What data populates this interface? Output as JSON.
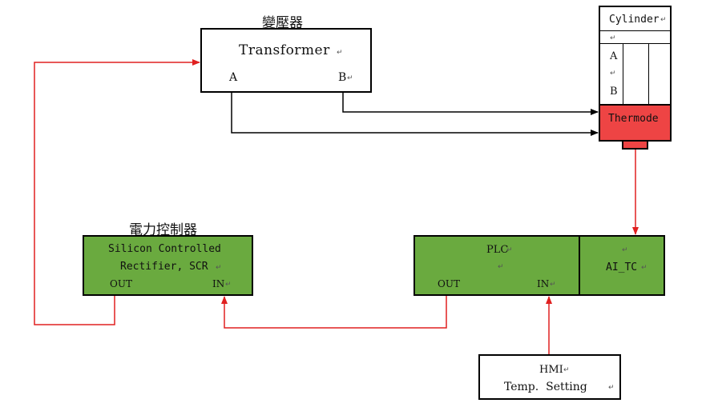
{
  "transformer": {
    "title_cjk": "變壓器",
    "label": "Transformer",
    "port_a": "A",
    "port_b": "B"
  },
  "cylinder": {
    "label": "Cylinder",
    "port_a": "A",
    "port_b": "B",
    "thermode": "Thermode"
  },
  "scr": {
    "title_cjk": "電力控制器",
    "line1": "Silicon Controlled",
    "line2": "Rectifier, SCR",
    "out": "OUT",
    "in": "IN"
  },
  "plc": {
    "label": "PLC",
    "out": "OUT",
    "in": "IN",
    "ai_tc": "AI_TC"
  },
  "hmi": {
    "label": "HMI",
    "setting": "Temp.  Setting"
  },
  "colors": {
    "green_box": "#6aaa3f",
    "thermode_red": "#ee4444",
    "signal_red": "#e02020",
    "wire_black": "#000000"
  }
}
